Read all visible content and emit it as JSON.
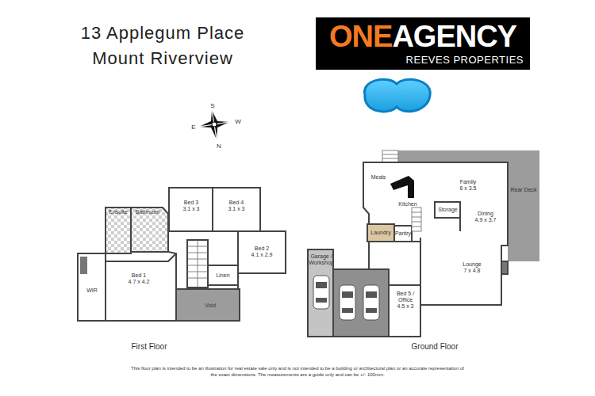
{
  "diagram": {
    "title": "13 Applegum Place Mount Riverview",
    "caption": "This floor plan is intended to be an illustration for real estate sale only and is not intended to be a building or architectural plan or an accurate representation of the exact dimensions. The measurements are a guide only and can be +/- 100mm.",
    "nodes": [
      {
        "text": [
          "ONE",
          "AGENCY",
          "REEVES PROPERTIES"
        ]
      },
      {
        "text": [
          "Ensuite"
        ]
      },
      {
        "text": [
          "Bathroom"
        ]
      },
      {
        "text": [
          "Bed 3",
          "3.1 x 3"
        ]
      },
      {
        "text": [
          "Bed 4",
          "3.1 x 3"
        ]
      },
      {
        "text": [
          "Bed 2",
          "4.1 x 2.9"
        ]
      },
      {
        "text": [
          "Linen"
        ]
      },
      {
        "text": [
          "WIR"
        ]
      },
      {
        "text": [
          "Bed 1",
          "4.7 x 4.2"
        ]
      },
      {
        "text": [
          "Void"
        ]
      },
      {
        "text": [
          "Meals"
        ]
      },
      {
        "text": [
          "Kitchen"
        ]
      },
      {
        "text": [
          "Family",
          "6 x 3.5"
        ]
      },
      {
        "text": [
          "Rear Deck"
        ]
      },
      {
        "text": [
          "Storage"
        ]
      },
      {
        "text": [
          "Dining",
          "4.9 x 3.7"
        ]
      },
      {
        "text": [
          "Laundry"
        ]
      },
      {
        "text": [
          "Pantry"
        ]
      },
      {
        "text": [
          "Lounge",
          "7 x 4.8"
        ]
      },
      {
        "text": [
          "Garage / Workshop"
        ]
      },
      {
        "text": [
          "Bed 5 / Office",
          "4.5 x 3"
        ]
      }
    ],
    "labels": [
      "S",
      "E",
      "W",
      "N",
      "First Floor",
      "Ground Floor"
    ]
  }
}
